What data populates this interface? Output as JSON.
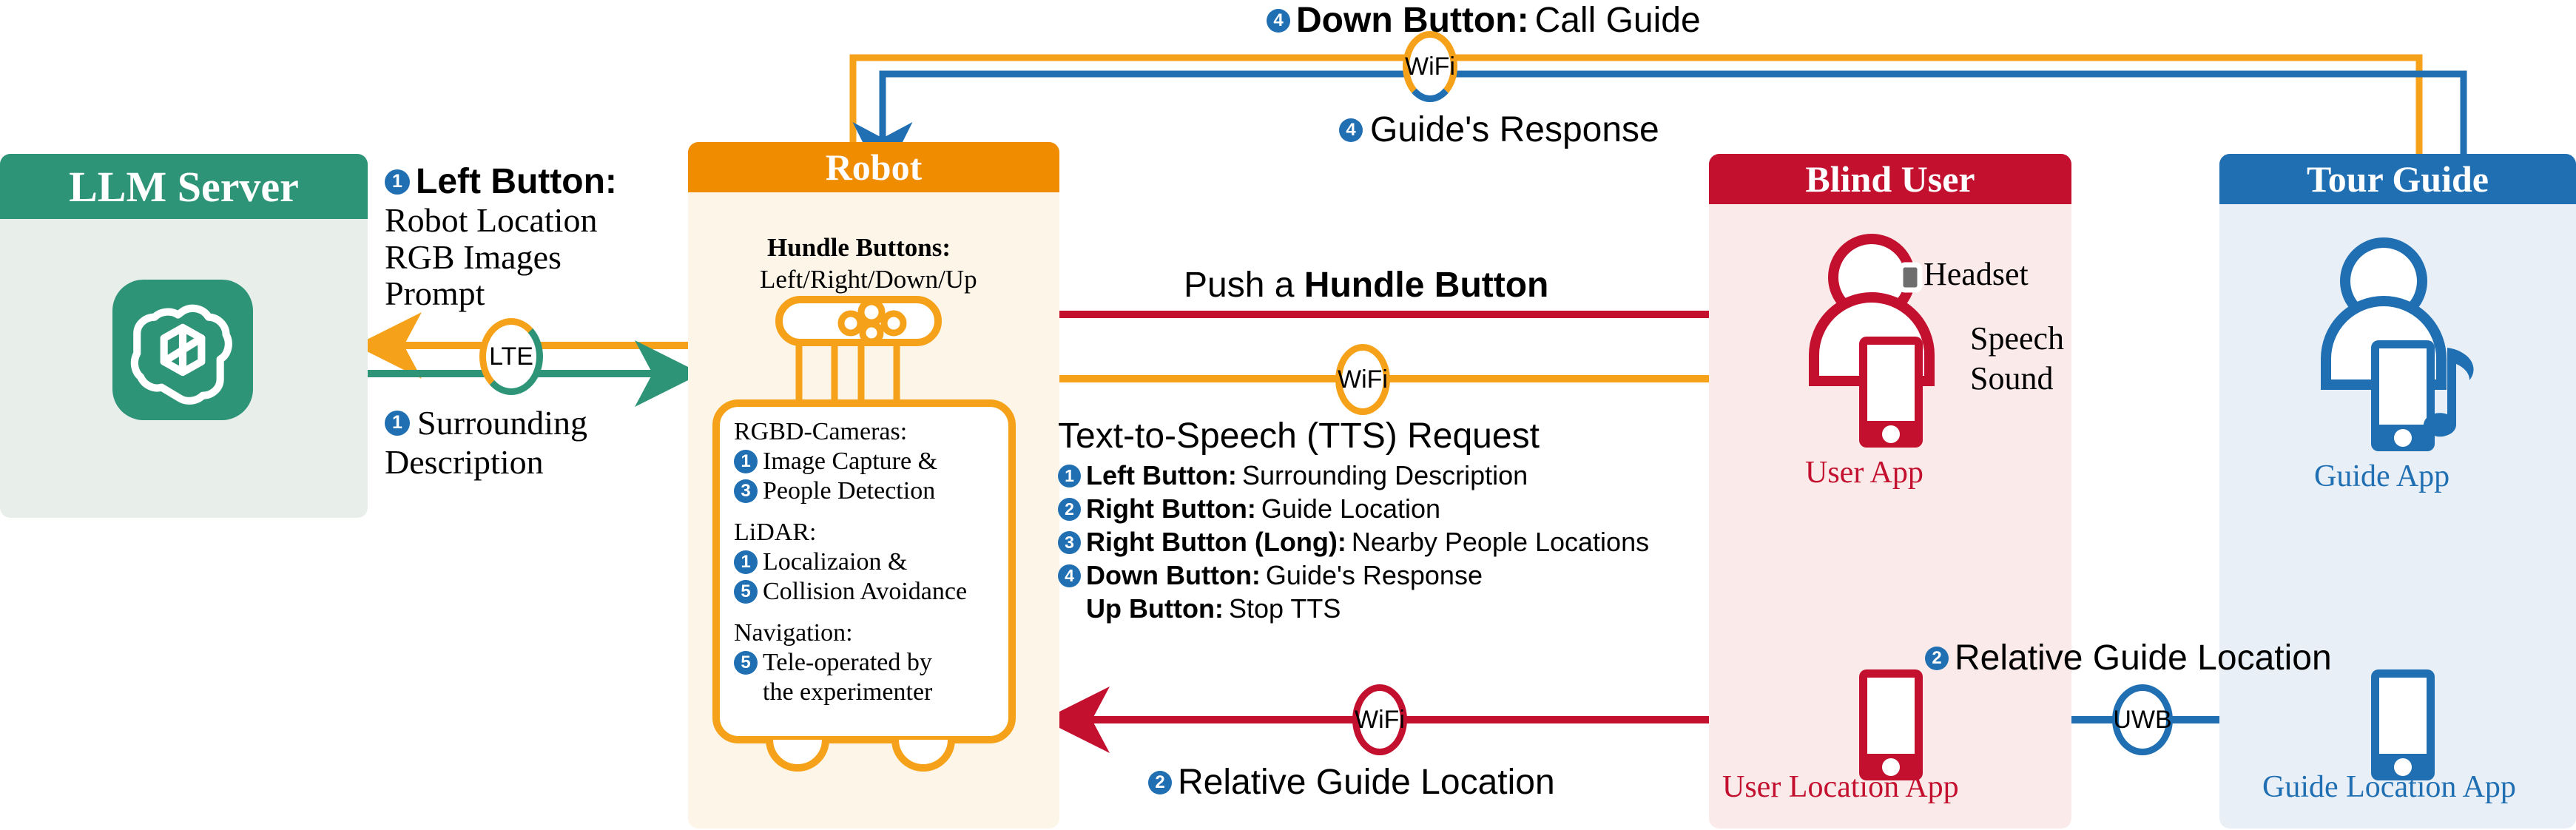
{
  "panels": [
    {
      "id": "llm",
      "title": "LLM Server",
      "header_color": "#2e9478",
      "body_color": "#e8efeb",
      "title_color": "#ffffff"
    },
    {
      "id": "robot",
      "title": "Robot",
      "header_color": "#f08c00",
      "body_color": "#fdf5e7",
      "title_color": "#ffffff"
    },
    {
      "id": "blind",
      "title": "Blind User",
      "header_color": "#c2102e",
      "body_color": "#faeae9",
      "title_color": "#ffffff"
    },
    {
      "id": "guide",
      "title": "Tour Guide",
      "header_color": "#1f6fb2",
      "body_color": "#e8eff7",
      "title_color": "#ffffff"
    }
  ],
  "colors": {
    "green": "#2e9478",
    "orange": "#f5a21a",
    "orange_dark": "#f08c00",
    "red": "#c2102e",
    "blue": "#1f6fb2",
    "badge": "#1f6fb2",
    "black": "#000000"
  },
  "llm": {
    "icon_name": "openai-logo",
    "logo_color": "#2e9478"
  },
  "left_flow": {
    "title_badge": "1",
    "title_bold": "Left Button:",
    "lines": [
      "Robot Location",
      "RGB Images",
      "Prompt"
    ],
    "link_label": "LTE",
    "return_badge": "1",
    "return_lines": [
      "Surrounding",
      "Description"
    ]
  },
  "robot": {
    "handle_title": "Hundle Buttons:",
    "handle_subtitle": "Left/Right/Down/Up",
    "modules": [
      {
        "heading": "RGBD-Cameras:",
        "items": [
          {
            "badge": "1",
            "text": "Image Capture &"
          },
          {
            "badge": "3",
            "text": "People Detection"
          }
        ]
      },
      {
        "heading": "LiDAR:",
        "items": [
          {
            "badge": "1",
            "text": "Localizaion &"
          },
          {
            "badge": "5",
            "text": "Collision Avoidance"
          }
        ]
      },
      {
        "heading": "Navigation:",
        "items": [
          {
            "badge": "5",
            "text": "Tele-operated by"
          },
          {
            "badge": "",
            "text": "the experimenter"
          }
        ]
      }
    ]
  },
  "center": {
    "push_prefix": "Push a ",
    "push_bold": "Hundle Button",
    "tts_title": "Text-to-Speech (TTS) Request",
    "tts_link_label": "WiFi",
    "tts_items": [
      {
        "badge": "1",
        "bold": "Left Button:",
        "rest": "Surrounding Description"
      },
      {
        "badge": "2",
        "bold": "Right Button:",
        "rest": "Guide Location"
      },
      {
        "badge": "3",
        "bold": "Right Button (Long):",
        "rest": "Nearby People Locations"
      },
      {
        "badge": "4",
        "bold": "Down Button:",
        "rest": "Guide's Response"
      },
      {
        "badge": "",
        "bold": "Up Button:",
        "rest": "Stop TTS"
      }
    ]
  },
  "top_flow": {
    "call_badge": "4",
    "call_bold": "Down Button:",
    "call_rest": "Call Guide",
    "link_label": "WiFi",
    "response_badge": "4",
    "response_text": "Guide's Response"
  },
  "blind": {
    "headset_label": "Headset",
    "speech_label_line1": "Speech",
    "speech_label_line2": "Sound",
    "app_label": "User App",
    "loc_app_label": "User Location App"
  },
  "guide": {
    "app_label": "Guide App",
    "loc_app_label": "Guide Location App",
    "music_icon": "music-note-icon"
  },
  "bottom_flow": {
    "wifi_label": "WiFi",
    "wifi_badge": "2",
    "wifi_text": "Relative Guide Location",
    "uwb_label": "UWB",
    "uwb_badge": "2",
    "uwb_text": "Relative Guide Location"
  }
}
